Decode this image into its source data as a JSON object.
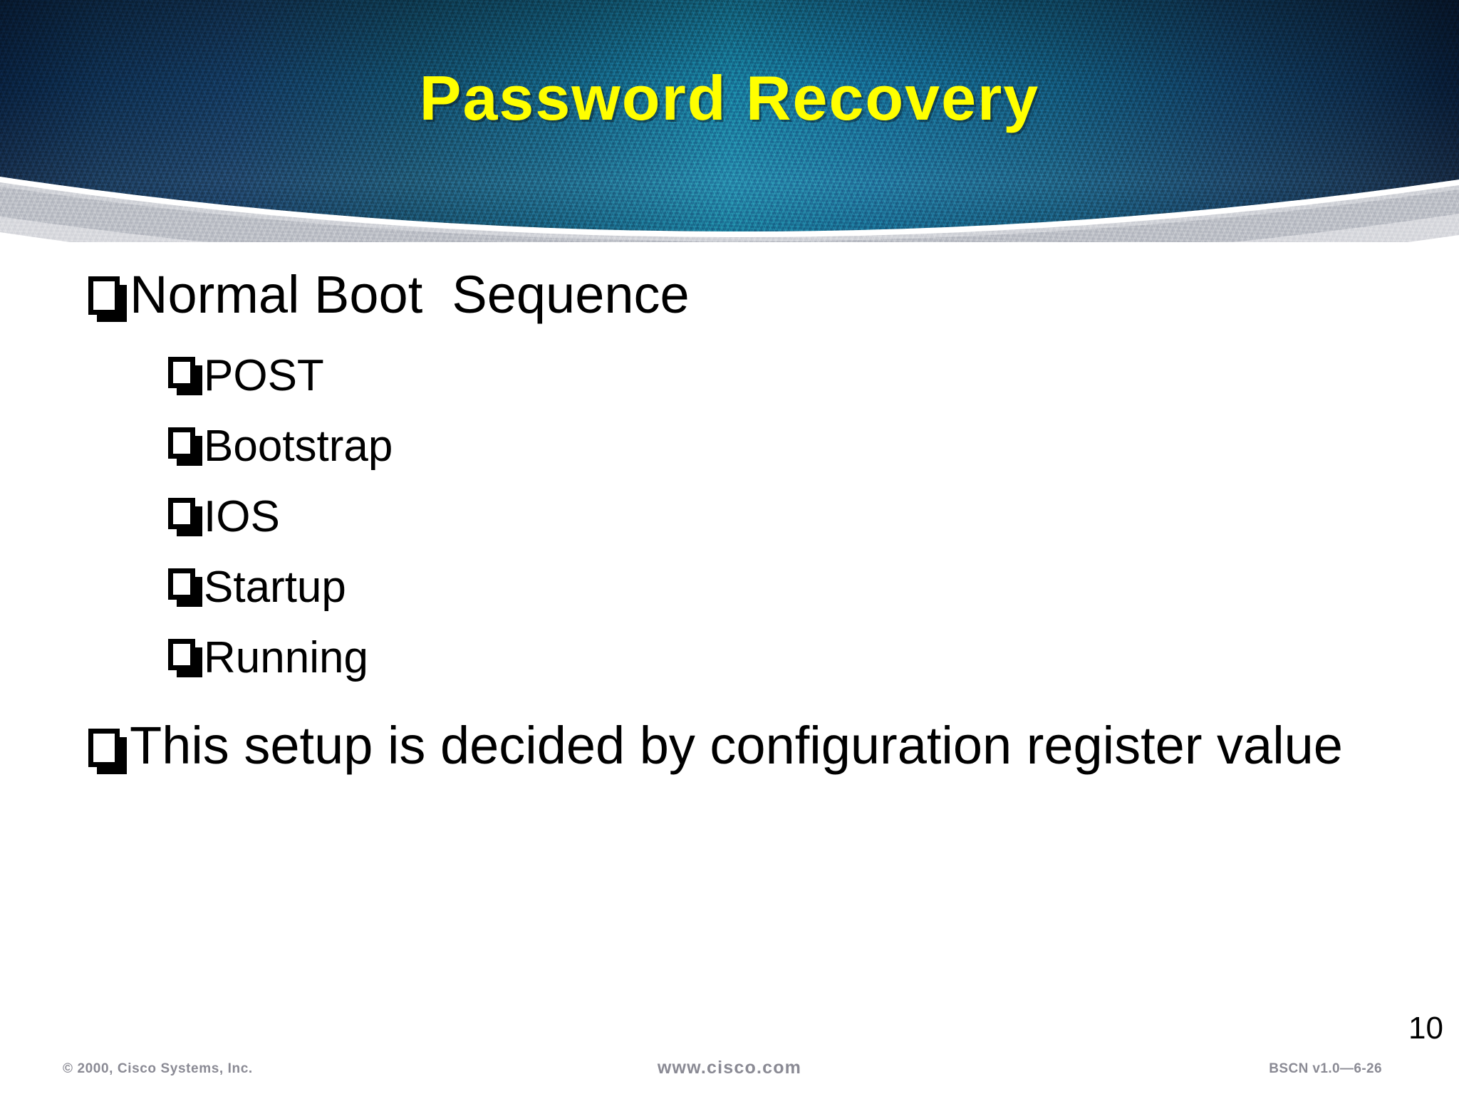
{
  "slide": {
    "title": "Password Recovery",
    "page_number": "10",
    "title_color": "#FFFF00",
    "banner_edge_color": "#0d2f55",
    "banner_center_color": "#1a83a6",
    "text_color": "#000000",
    "footer_color": "#8a8a94"
  },
  "bullets": [
    {
      "level": 1,
      "text": "Normal Boot  Sequence",
      "marker": "hollow-square-bullet"
    },
    {
      "level": 2,
      "text": "POST",
      "marker": "hollow-square-bullet"
    },
    {
      "level": 2,
      "text": "Bootstrap",
      "marker": "hollow-square-bullet"
    },
    {
      "level": 2,
      "text": "IOS",
      "marker": "hollow-square-bullet"
    },
    {
      "level": 2,
      "text": "Startup",
      "marker": "hollow-square-bullet"
    },
    {
      "level": 2,
      "text": "Running",
      "marker": "hollow-square-bullet"
    },
    {
      "level": 1,
      "text": "This setup is decided by configuration register value",
      "marker": "hollow-square-bullet"
    }
  ],
  "footer": {
    "copyright": "© 2000, Cisco Systems, Inc.",
    "url": "www.cisco.com",
    "course_code": "BSCN v1.0—6-26"
  }
}
